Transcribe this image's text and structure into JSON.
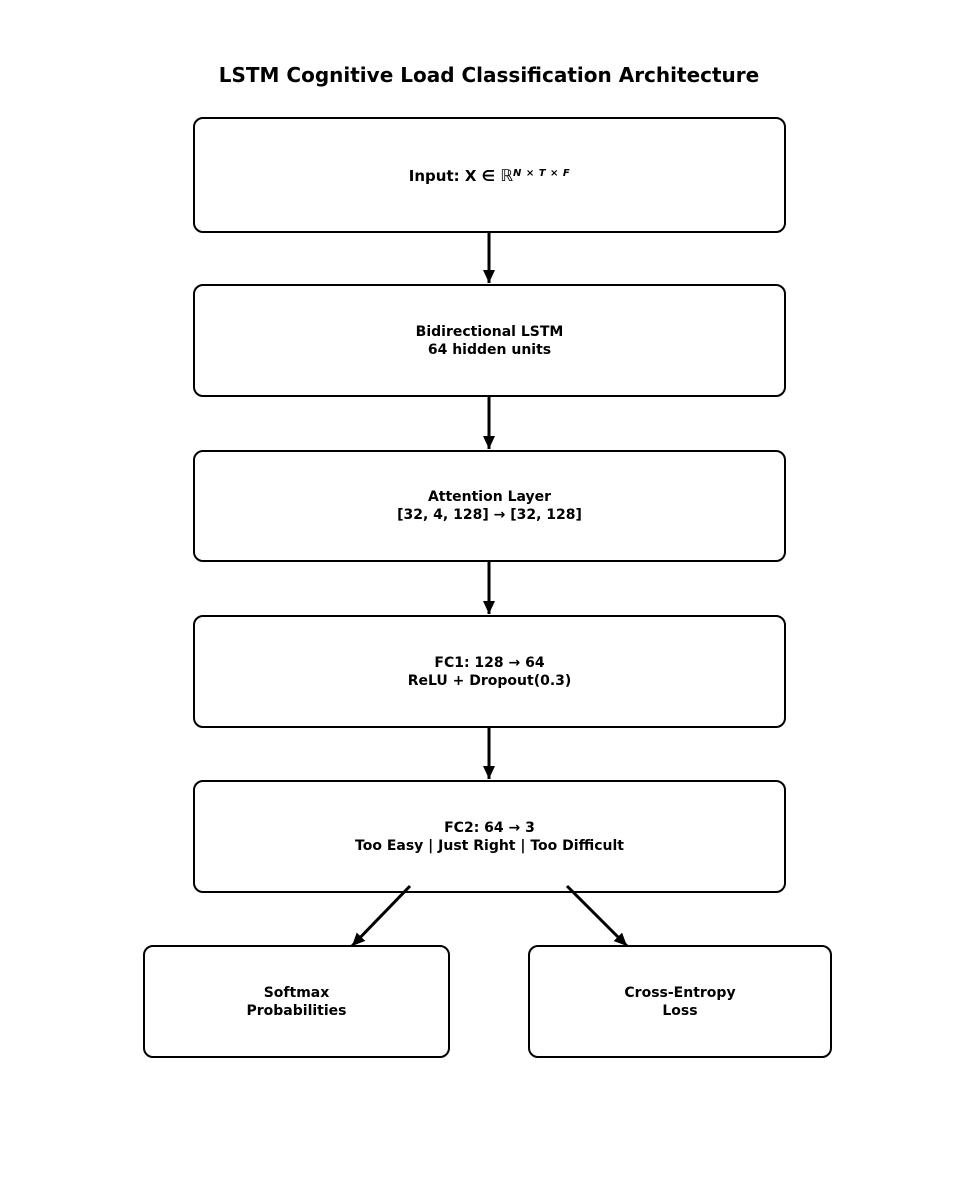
{
  "title": "LSTM Cognitive Load Classification Architecture",
  "nodes": {
    "input": {
      "prefix": "Input: X ∈ ",
      "set_symbol": "ℝ",
      "superscript": "N × T × F"
    },
    "bilstm": {
      "line1": "Bidirectional LSTM",
      "line2": "64 hidden units"
    },
    "attention": {
      "line1": "Attention Layer",
      "line2": "[32, 4, 128] → [32, 128]"
    },
    "fc1": {
      "line1": "FC1: 128 → 64",
      "line2": "ReLU + Dropout(0.3)"
    },
    "fc2": {
      "line1": "FC2: 64 → 3",
      "line2": "Too Easy | Just Right | Too Difficult"
    },
    "softmax": {
      "line1": "Softmax",
      "line2": "Probabilities"
    },
    "loss": {
      "line1": "Cross-Entropy",
      "line2": "Loss"
    }
  },
  "colors": {
    "line": "#000000",
    "text": "#000000",
    "background": "#ffffff"
  }
}
